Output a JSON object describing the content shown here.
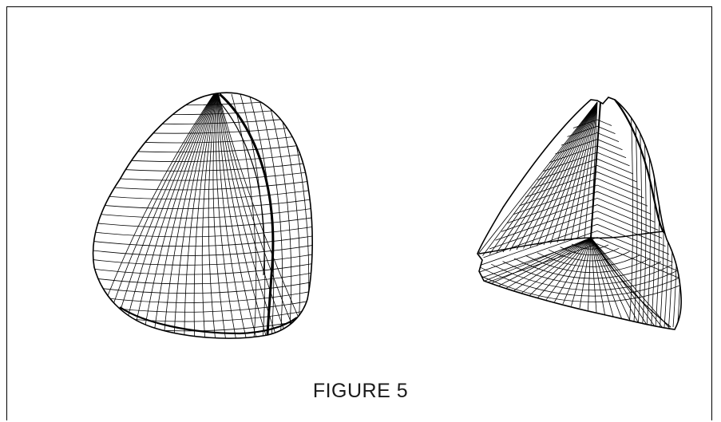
{
  "figure": {
    "caption": "FIGURE 5",
    "line_color": "#000000",
    "background_color": "#ffffff"
  },
  "objects": [
    {
      "name": "smooth-wireframe-shell",
      "style": "mesh"
    },
    {
      "name": "folded-wireframe-shell",
      "style": "mesh"
    }
  ]
}
